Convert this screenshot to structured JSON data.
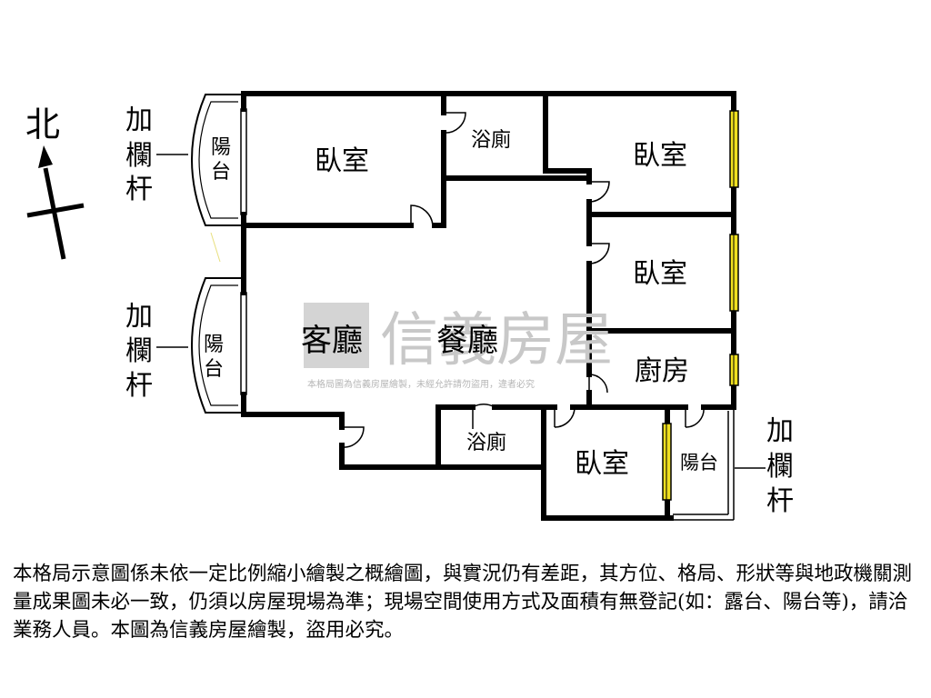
{
  "compass": {
    "north": "北"
  },
  "railings": [
    {
      "chars": [
        "加",
        "欄",
        "杆"
      ]
    },
    {
      "chars": [
        "加",
        "欄",
        "杆"
      ]
    },
    {
      "chars": [
        "加",
        "欄",
        "杆"
      ]
    }
  ],
  "rooms": {
    "balcony_upper_left": [
      "陽",
      "台"
    ],
    "balcony_lower_left": [
      "陽",
      "台"
    ],
    "bedroom_top_left": "臥室",
    "bathroom_top": "浴廁",
    "bedroom_top_right": "臥室",
    "bedroom_mid_right": "臥室",
    "living_room": "客廳",
    "dining_room": "餐廳",
    "kitchen": "廚房",
    "bathroom_bottom": "浴廁",
    "bedroom_bottom": "臥室",
    "balcony_bottom_right": "陽台"
  },
  "watermark": {
    "brand": "信義房屋",
    "notice": "本格局圖為信義房屋繪製，未經允許請勿盜用，違者必究"
  },
  "disclaimer": "本格局示意圖係未依一定比例縮小繪製之概繪圖，與實況仍有差距，其方位、格局、形狀等與地政機關測量成果圖未必一致，仍須以房屋現場為準；現場空間使用方式及面積有無登記(如：露台、陽台等)，請洽業務人員。本圖為信義房屋繪製，盜用必究。",
  "colors": {
    "wall": "#000000",
    "window": "#f0e020",
    "watermark": "#c8c8c8"
  }
}
